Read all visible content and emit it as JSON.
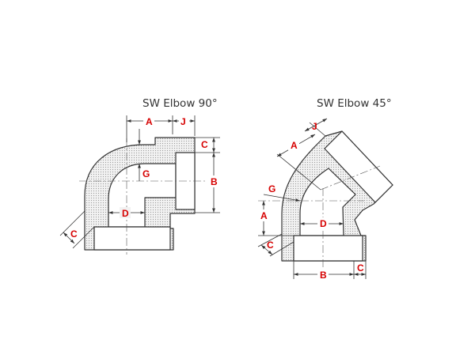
{
  "diagrams": [
    {
      "title": "SW Elbow 90°",
      "labels": {
        "A": "A",
        "J": "J",
        "C_top": "C",
        "B": "B",
        "G": "G",
        "D": "D",
        "C_bottom": "C"
      }
    },
    {
      "title": "SW Elbow 45°",
      "labels": {
        "J": "J",
        "A_top": "A",
        "G": "G",
        "A_left": "A",
        "D": "D",
        "C_left": "C",
        "B": "B",
        "C_bottom": "C"
      }
    }
  ],
  "colors": {
    "label": "#d60000",
    "outline": "#333333",
    "hatch": "#bfbfbf",
    "background": "#ffffff"
  }
}
